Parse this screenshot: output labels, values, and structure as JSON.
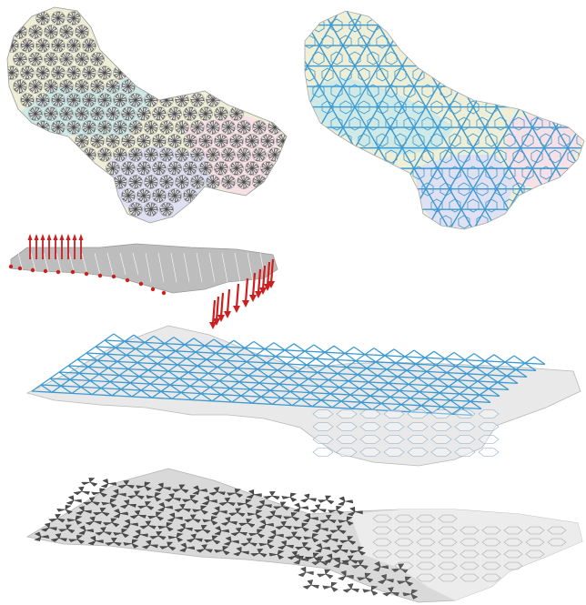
{
  "figure": {
    "panels": [
      {
        "id": "kirigami-pattern-top-view",
        "regions": [
          "yellow",
          "teal",
          "pink",
          "lavender"
        ]
      },
      {
        "id": "network-top-view",
        "regions": [
          "yellow",
          "teal",
          "pink",
          "lavender"
        ]
      },
      {
        "id": "load-boundary-conditions"
      },
      {
        "id": "deformed-network-3d"
      },
      {
        "id": "deformed-kirigami-3d"
      }
    ]
  },
  "colors": {
    "region_yellow": "#efeed6",
    "region_teal": "#cfe9e6",
    "region_pink": "#f7e0e6",
    "region_lavender": "#dfe0f1",
    "pattern_stroke": "#4a4a4a",
    "network_stroke": "#3d9ad1",
    "force_arrow": "#cc1f1f",
    "surface_gray": "#bdbdbd",
    "surface_light": "#e9e9e9",
    "kirigami_dark": "#4d4d4d"
  },
  "icons": {
    "arrow": "force-arrow-icon",
    "anchor": "support-node-icon"
  }
}
